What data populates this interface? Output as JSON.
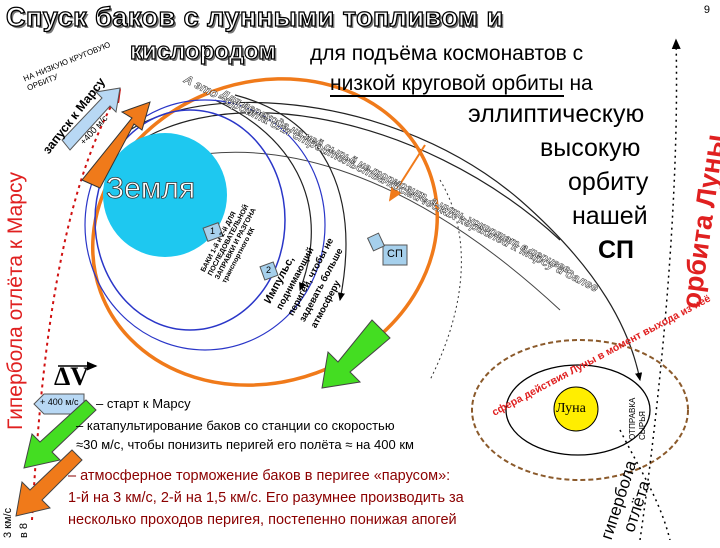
{
  "page_number": "9",
  "title": {
    "part1": "Спуск  баков с лунными топливом и",
    "part2_bold": "кислородом",
    "part2_rest": " для подъёма космонавтов с",
    "line3": "низкой круговой орбиты",
    "line3_end": " на",
    "line4": "эллиптическую",
    "line5": "высокую",
    "line6": "орбиту",
    "line7": "нашей",
    "line8": "СП"
  },
  "labels": {
    "earth": "Земля",
    "moon": "Луна",
    "sp": "СП",
    "to_low_orbit": [
      "НА НИЗКУЮ КРУГОВУЮ",
      "ОРБИТУ"
    ],
    "launch_mars": "запуск к Марсу",
    "plus400_left": "+400 м/с",
    "hyperbola_mars": "Гипербола отлёта к Марсу",
    "moon_orbit": "орбита Луны",
    "station_orbit_1": "А это - орбита для строительства космических кораблей к Марсу и далее",
    "station_orbit_2": "Для перехода на неё сырьё не тормозит, а чуть ускоряют в перигее",
    "tanks_desc": [
      "БАКИ 1-й и 2-й ДЛЯ",
      "ПОСЛЕДОВАТЕЛЬНОЙ",
      "ЗАПРАВКИ И РАЗГОНА",
      "транспортного КК"
    ],
    "impulse_desc": [
      "Импульс,",
      "поднимающий",
      "перигей, чтобы не",
      "задевать больше",
      "атмосферу"
    ],
    "moon_sphere": "сфера действия Луны в момент выхода из неё",
    "moon_send": [
      "ОТПРАВКА",
      "СЫРЬЯ"
    ],
    "hyperbola_depart": [
      "гипербола",
      "отлёта"
    ],
    "tank_1": "1",
    "tank_2": "2",
    "speed_axis": "3 км/с",
    "in_8": "в 8",
    "dv": "ΔV"
  },
  "legend": {
    "dv_badge": "+ 400 м/с",
    "start_mars": "– старт к Марсу",
    "catapult_1": "–  катапультирование баков со станции со скоростью",
    "catapult_2": "≈30 м/с, чтобы понизить перигей его полёта ≈ на 400 км",
    "brake_1": "–  атмосферное торможение баков в перигее «парусом»:",
    "brake_2": "1-й на 3 км/с, 2-й на 1,5 км/с. Его разумнее производить за",
    "brake_3": "несколько проходов перигея, постепенно понижая апогей"
  },
  "colors": {
    "orange_orbit": "#f07a1a",
    "earth_fill": "#1ec8f0",
    "moon_fill": "#ffee00",
    "red_text": "#e02020",
    "green_arrow": "#44dd22",
    "dark_red_text": "#8b0000",
    "blue_orbit": "#2a36c8",
    "sp_fill": "#a6d0ec"
  }
}
